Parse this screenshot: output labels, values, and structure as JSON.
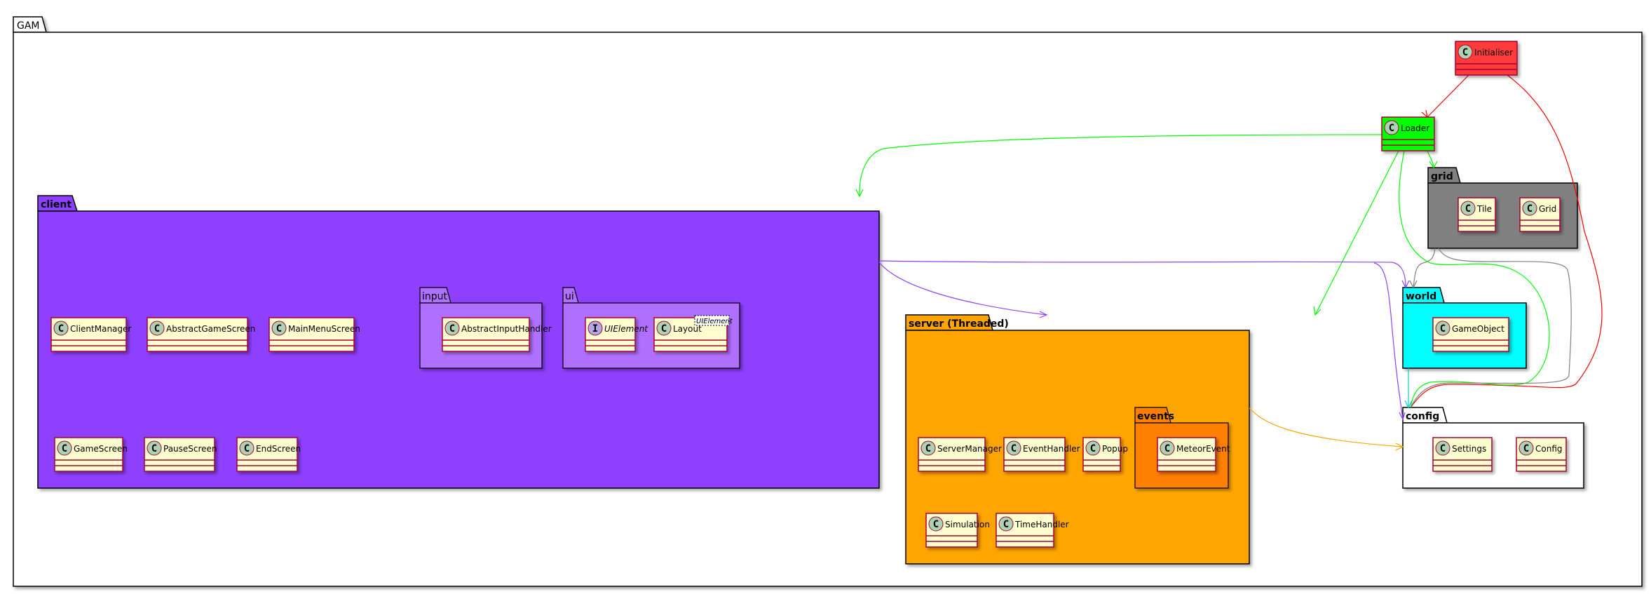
{
  "diagram": {
    "root_package": "GAM",
    "colors": {
      "class_fill": "#FEFECE",
      "class_border": "#A80036",
      "class_icon": "#ADD1B2",
      "interface_icon": "#B4A7E5",
      "client": "#8F40FF",
      "client_sub": "#B070FF",
      "server": "#FFA500",
      "events": "#FF8000",
      "grid": "#808080",
      "world": "#00FFFF",
      "config": "#FFFFFF",
      "initialiser": "#FF3B3B",
      "loader": "#00FF00"
    },
    "packages": {
      "client": {
        "label": "client"
      },
      "input": {
        "label": "input"
      },
      "ui": {
        "label": "ui"
      },
      "server": {
        "label": "server (Threaded)"
      },
      "events": {
        "label": "events"
      },
      "grid": {
        "label": "grid"
      },
      "world": {
        "label": "world"
      },
      "config": {
        "label": "config"
      }
    },
    "classes": {
      "initialiser": {
        "name": "Initialiser",
        "kind": "C"
      },
      "loader": {
        "name": "Loader",
        "kind": "C"
      },
      "client_manager": {
        "name": "ClientManager",
        "kind": "C"
      },
      "abstract_game_screen": {
        "name": "AbstractGameScreen",
        "kind": "C"
      },
      "main_menu_screen": {
        "name": "MainMenuScreen",
        "kind": "C"
      },
      "game_screen": {
        "name": "GameScreen",
        "kind": "C"
      },
      "pause_screen": {
        "name": "PauseScreen",
        "kind": "C"
      },
      "end_screen": {
        "name": "EndScreen",
        "kind": "C"
      },
      "abstract_input_handler": {
        "name": "AbstractInputHandler",
        "kind": "C"
      },
      "ui_element": {
        "name": "UIElement",
        "kind": "I"
      },
      "layout": {
        "name": "Layout",
        "kind": "C",
        "stereotype": "UIElement"
      },
      "server_manager": {
        "name": "ServerManager",
        "kind": "C"
      },
      "event_handler": {
        "name": "EventHandler",
        "kind": "C"
      },
      "popup": {
        "name": "Popup",
        "kind": "C"
      },
      "meteor_event": {
        "name": "MeteorEvent",
        "kind": "C"
      },
      "simulation": {
        "name": "Simulation",
        "kind": "C"
      },
      "time_handler": {
        "name": "TimeHandler",
        "kind": "C"
      },
      "tile": {
        "name": "Tile",
        "kind": "C"
      },
      "grid": {
        "name": "Grid",
        "kind": "C"
      },
      "game_object": {
        "name": "GameObject",
        "kind": "C"
      },
      "settings": {
        "name": "Settings",
        "kind": "C"
      },
      "config": {
        "name": "Config",
        "kind": "C"
      }
    },
    "dependencies": [
      {
        "from": "Initialiser",
        "to": "Loader",
        "color": "#FF0000"
      },
      {
        "from": "Initialiser",
        "to": "config",
        "color": "#FF0000"
      },
      {
        "from": "Loader",
        "to": "client",
        "color": "#00FF00"
      },
      {
        "from": "Loader",
        "to": "grid",
        "color": "#00FF00"
      },
      {
        "from": "Loader",
        "to": "server (Threaded)",
        "color": "#00FF00"
      },
      {
        "from": "Loader",
        "to": "config",
        "color": "#00FF00"
      },
      {
        "from": "client",
        "to": "server (Threaded)",
        "color": "#8F40FF"
      },
      {
        "from": "client",
        "to": "world",
        "color": "#8F40FF"
      },
      {
        "from": "client",
        "to": "config",
        "color": "#8F40FF"
      },
      {
        "from": "grid",
        "to": "world",
        "color": "#808080"
      },
      {
        "from": "grid",
        "to": "config",
        "color": "#808080"
      },
      {
        "from": "world",
        "to": "config",
        "color": "#00CED1"
      },
      {
        "from": "server (Threaded)",
        "to": "config",
        "color": "#FFA500"
      }
    ]
  }
}
